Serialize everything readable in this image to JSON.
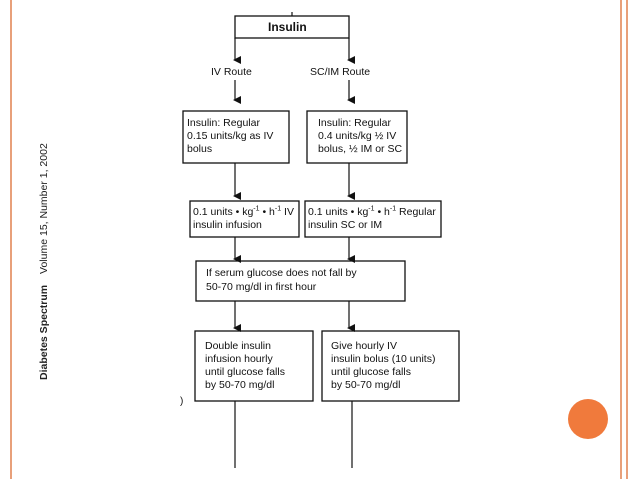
{
  "theme": {
    "line_color": "#e8a07a",
    "accent_circle": "#f07a3c",
    "box_stroke": "#111111"
  },
  "side_caption": {
    "journal": "Diabetes Spectrum",
    "issue": "Volume 15, Number 1, 2002"
  },
  "flowchart": {
    "top": {
      "label": "Insulin"
    },
    "routes": {
      "iv": "IV Route",
      "scim": "SC/IM Route"
    },
    "iv_bolus": {
      "lines": [
        "Insulin: Regular",
        "0.15 units/kg as IV",
        "bolus"
      ]
    },
    "scim_bolus": {
      "lines": [
        "Insulin: Regular",
        "0.4 units/kg ½ IV",
        "bolus, ½ IM or SC"
      ]
    },
    "iv_infusion": {
      "line1_pre": "0.1 units • kg",
      "line1_sup1": "-1",
      "line1_mid": " • h",
      "line1_sup2": "-1",
      "line1_post": " IV",
      "line2": "insulin infusion"
    },
    "scim_maint": {
      "line1_pre": "0.1 units • kg",
      "line1_sup1": "-1",
      "line1_mid": " • h",
      "line1_sup2": "-1",
      "line1_post": " Regular",
      "line2": "insulin SC or IM"
    },
    "check": {
      "lines": [
        "If serum glucose does not fall by",
        "50-70 mg/dl in first hour"
      ]
    },
    "double": {
      "lines": [
        "Double insulin",
        "infusion hourly",
        "until glucose falls",
        "by 50-70 mg/dl"
      ]
    },
    "hourly": {
      "lines": [
        "Give hourly IV",
        "insulin bolus (10 units)",
        "until glucose falls",
        "by 50-70 mg/dl"
      ]
    },
    "stray_mark": ")"
  }
}
